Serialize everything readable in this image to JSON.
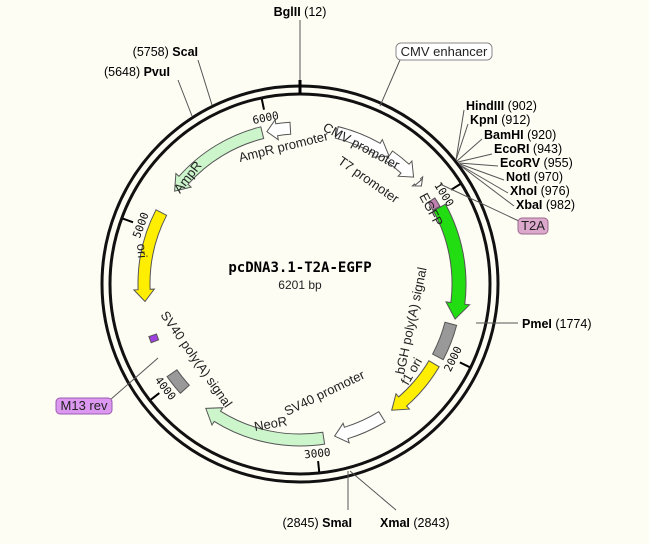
{
  "plasmid": {
    "name": "pcDNA3.1-T2A-EGFP",
    "length": 6201,
    "length_label": "6201 bp"
  },
  "ticks": [
    {
      "pos": 1000,
      "label": "1000"
    },
    {
      "pos": 2000,
      "label": "2000"
    },
    {
      "pos": 3000,
      "label": "3000"
    },
    {
      "pos": 4000,
      "label": "4000"
    },
    {
      "pos": 5000,
      "label": "5000"
    },
    {
      "pos": 6000,
      "label": "6000"
    }
  ],
  "sites": [
    {
      "name": "BglII",
      "pos": "12"
    },
    {
      "name": "HindIII",
      "pos": "902"
    },
    {
      "name": "KpnI",
      "pos": "912"
    },
    {
      "name": "BamHI",
      "pos": "920"
    },
    {
      "name": "EcoRI",
      "pos": "943"
    },
    {
      "name": "EcoRV",
      "pos": "955"
    },
    {
      "name": "NotI",
      "pos": "970"
    },
    {
      "name": "XhoI",
      "pos": "976"
    },
    {
      "name": "XbaI",
      "pos": "982"
    },
    {
      "name": "PmeI",
      "pos": "1774"
    },
    {
      "name": "XmaI",
      "pos": "2843"
    },
    {
      "name": "SmaI",
      "pos": "2845"
    },
    {
      "name": "ScaI",
      "pos": "5758"
    },
    {
      "name": "PvuI",
      "pos": "5648"
    }
  ],
  "features": {
    "cmv_enhancer": "CMV enhancer",
    "cmv_promoter": "CMV promoter",
    "t7_promoter": "T7 promoter",
    "egfp": "EGFP",
    "t2a": "T2A",
    "bgh": "bGH poly(A) signal",
    "f1_ori": "f1 ori",
    "sv40_promoter": "SV40 promoter",
    "neor": "NeoR",
    "sv40_polya": "SV40 poly(A) signal",
    "m13_rev": "M13 rev",
    "ori": "ori",
    "ampr": "AmpR",
    "ampr_promoter": "AmpR promoter"
  },
  "colors": {
    "backbone": "#111111",
    "egfp": "#22dd11",
    "pale_green": "#ccf5cc",
    "yellow": "#ffee00",
    "gray": "#999999",
    "t2a_badge": "#d8a0c8",
    "m13_badge": "#d890ee",
    "open_arrow": "#ffffff"
  }
}
